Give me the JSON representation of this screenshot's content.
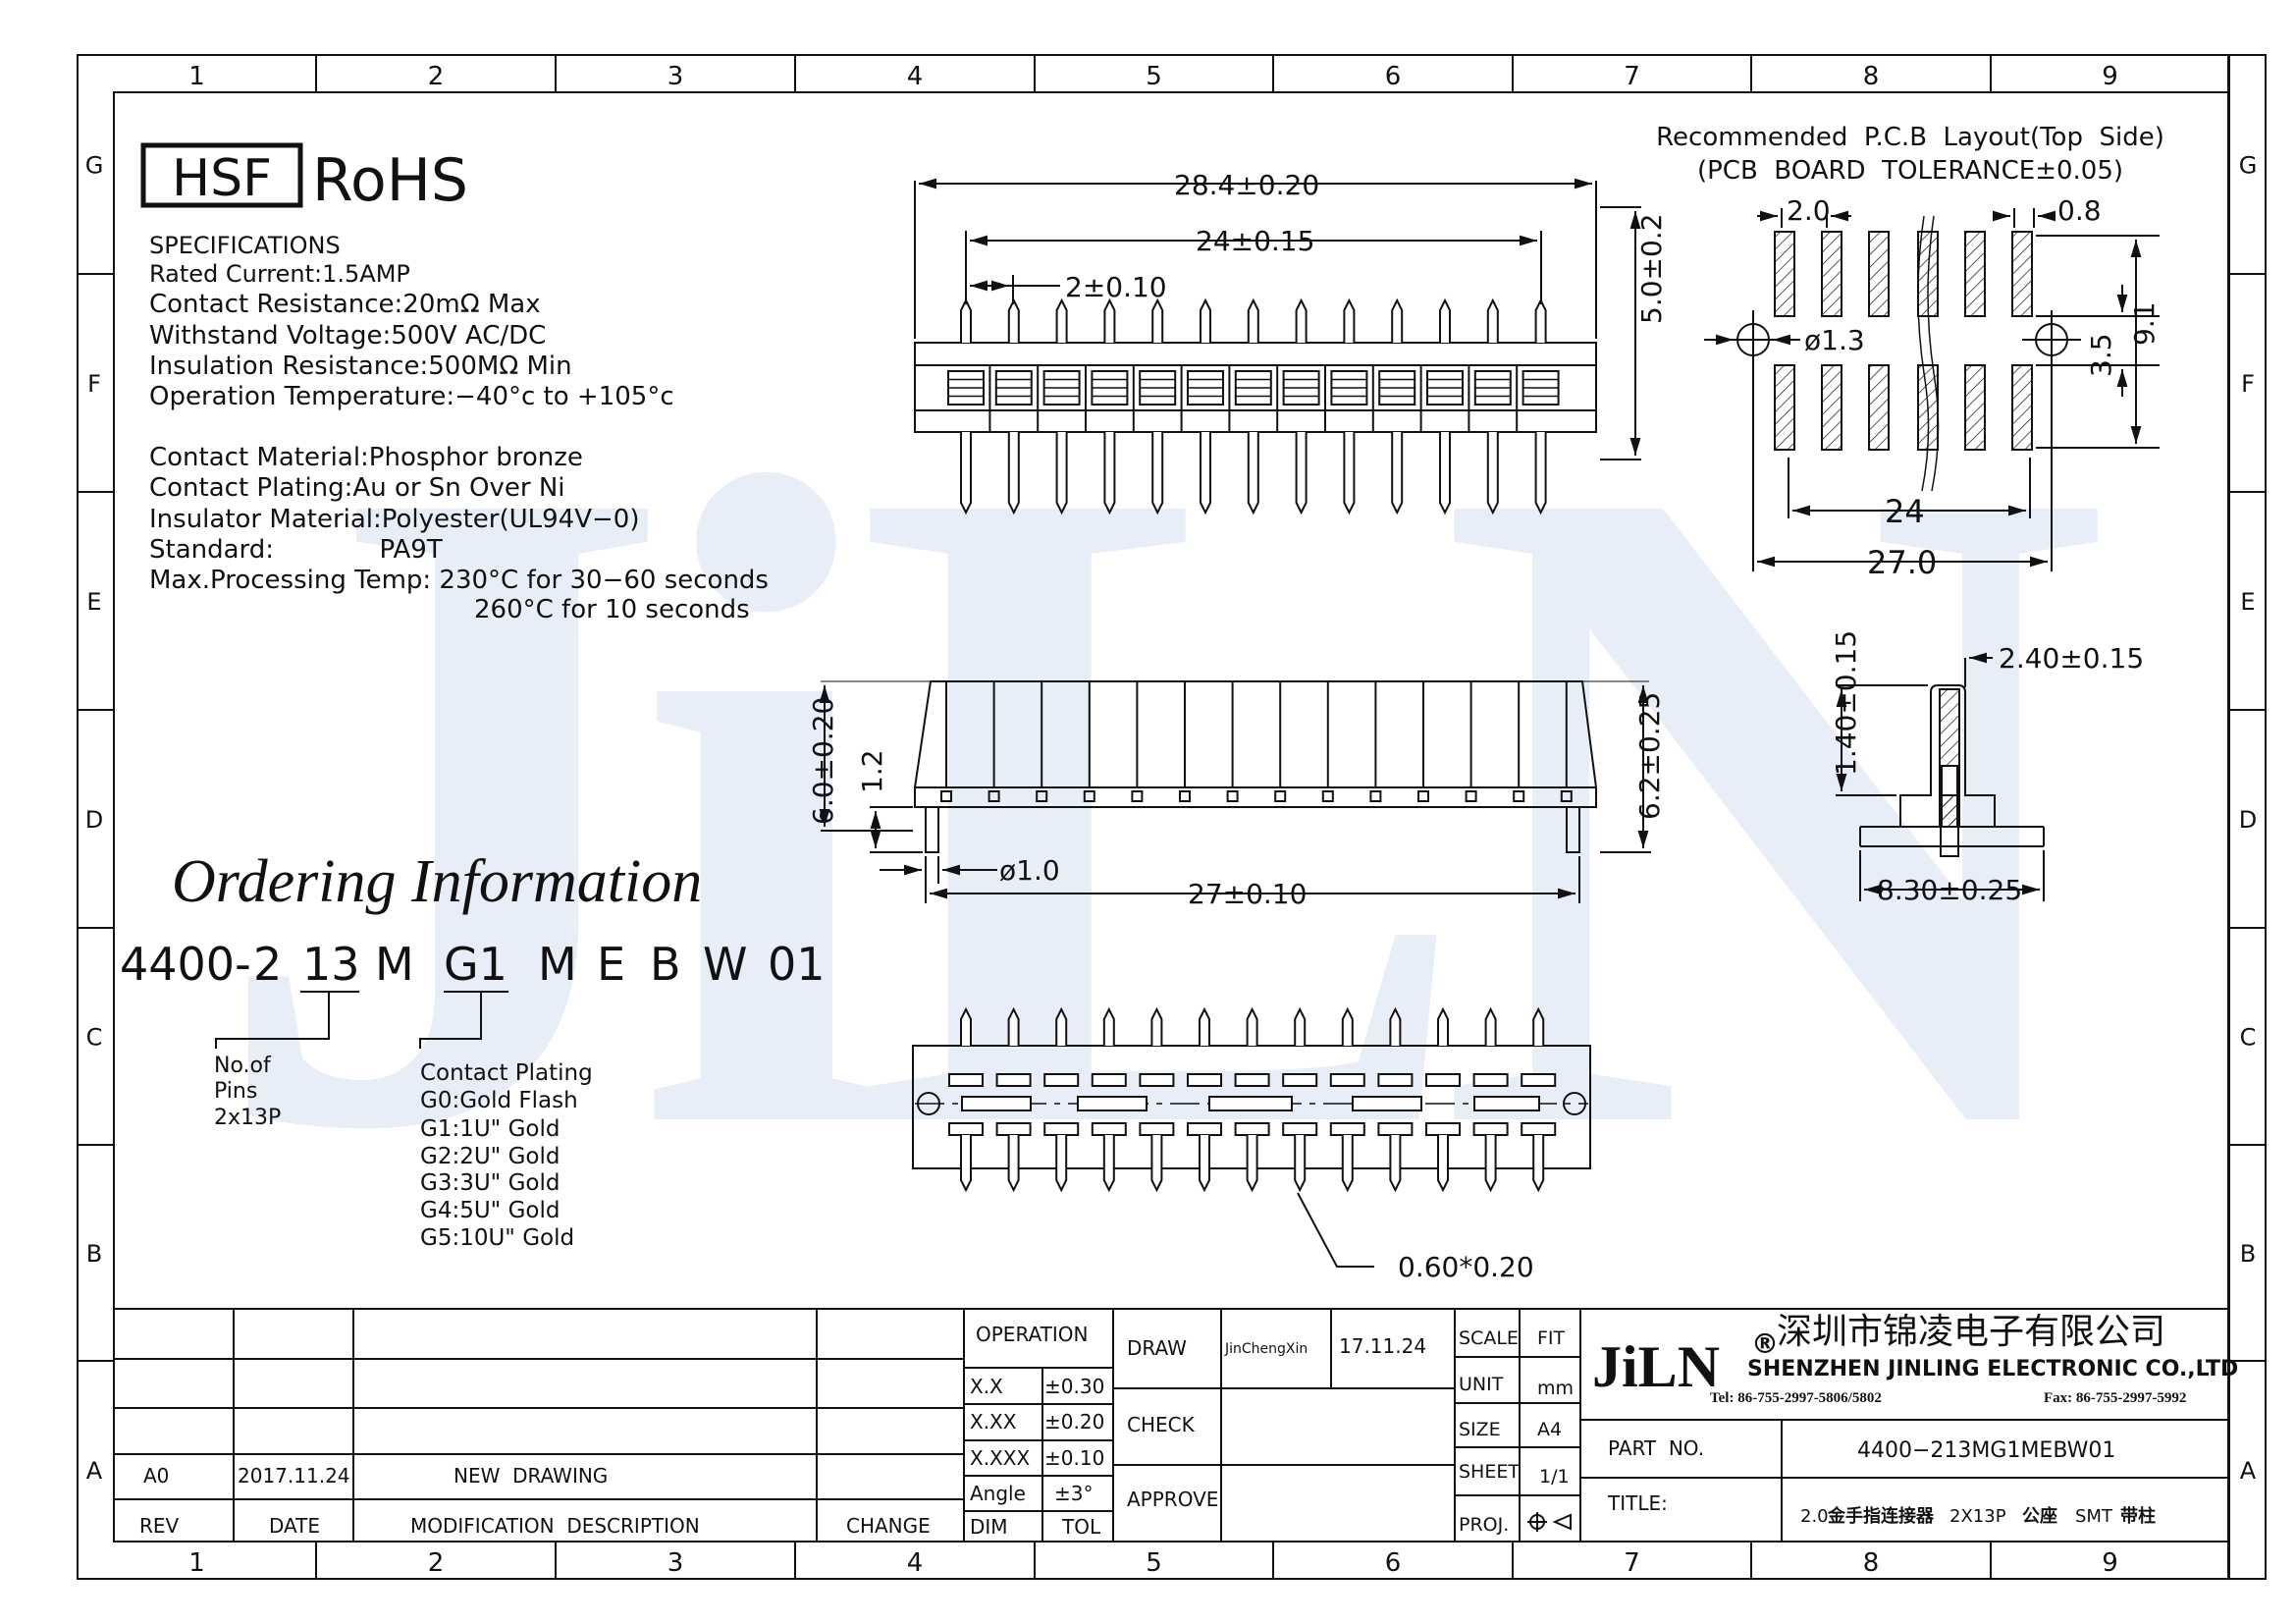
{
  "frame": {
    "cols": [
      "1",
      "2",
      "3",
      "4",
      "5",
      "6",
      "7",
      "8",
      "9"
    ],
    "rows": [
      "G",
      "F",
      "E",
      "D",
      "C",
      "B",
      "A"
    ]
  },
  "logos": {
    "hsf": "HSF",
    "rohs": "RoHS",
    "watermark": "JiLN"
  },
  "specs": {
    "heading": "SPECIFICATIONS",
    "lines": [
      "Rated  Current:1.5AMP",
      "Contact  Resistance:20mΩ  Max",
      "Withstand  Voltage:500V  AC/DC",
      "Insulation  Resistance:500MΩ  Min",
      "Operation  Temperature:−40°c  to  +105°c",
      "Contact  Material:Phosphor  bronze",
      "Contact  Plating:Au  or  Sn  Over  Ni",
      "Insulator  Material:Polyester(UL94V−0)",
      "Standard:             PA9T",
      "Max.Processing  Temp:  230°C  for  30−60  seconds",
      "260°C  for  10  seconds"
    ]
  },
  "ordering": {
    "title": "Ordering Information",
    "code": [
      "4400-",
      "2",
      "13",
      "M",
      "G1",
      "M",
      "E",
      "B",
      "W",
      "01"
    ],
    "pins_label": [
      "No.of",
      "Pins",
      "2x13P"
    ],
    "plating_label": [
      "Contact  Plating",
      "G0:Gold  Flash",
      "G1:1U\"  Gold",
      "G2:2U\"  Gold",
      "G3:3U\"  Gold",
      "G4:5U\"  Gold",
      "G5:10U\"  Gold"
    ]
  },
  "dims": {
    "top_overall": "28.4±0.20",
    "top_span": "24±0.15",
    "top_pitch": "2±0.10",
    "top_height": "5.0±0.2",
    "side_left": "6.0±0.20",
    "side_step": "1.2",
    "side_right": "6.2±0.25",
    "post_dia": "ø1.0",
    "post_span": "27±0.10",
    "pin_size": "0.60*0.20",
    "end_height": "1.40±0.15",
    "end_width": "2.40±0.15",
    "end_base": "8.30±0.25"
  },
  "pcb": {
    "title": "Recommended  P.C.B  Layout(Top  Side)",
    "tolerance": "(PCB  BOARD  TOLERANCE±0.05)",
    "pitch": "2.0",
    "pad_width": "0.8",
    "hole": "ø1.3",
    "row_gap": "3.5",
    "total_h": "9.1",
    "span": "24",
    "overall": "27.0"
  },
  "titleblock": {
    "rev_header": "REV",
    "date_header": "DATE",
    "mod_header": "MODIFICATION  DESCRIPTION",
    "change_header": "CHANGE",
    "rev": "A0",
    "date": "2017.11.24",
    "desc": "NEW  DRAWING",
    "operation": "OPERATION",
    "tol": [
      [
        "X.X",
        "±0.30"
      ],
      [
        "X.XX",
        "±0.20"
      ],
      [
        "X.XXX",
        "±0.10"
      ],
      [
        "Angle",
        "±3°"
      ]
    ],
    "dim": "DIM",
    "tolh": "TOL",
    "draw": "DRAW",
    "drawer": "JinChengXin",
    "draw_date": "17.11.24",
    "check": "CHECK",
    "approve": "APPROVE",
    "scale": "SCALE",
    "scale_v": "FIT",
    "unit": "UNIT",
    "unit_v": "mm",
    "size": "SIZE",
    "size_v": "A4",
    "sheet": "SHEET",
    "sheet_v": "1/1",
    "proj": "PROJ.",
    "company_logo": "JiLN",
    "reg": "®",
    "company_cn": "深圳市锦凌电子有限公司",
    "company_en": "SHENZHEN JINLING ELECTRONIC CO.,LTD",
    "tel": "Tel: 86-755-2997-5806/5802",
    "fax": "Fax: 86-755-2997-5992",
    "part_no_label": "PART  NO.",
    "part_no": "4400−213MG1MEBW01",
    "title_label": "TITLE:",
    "title_prefix": "2.0",
    "title_cn1": "金手指连接器",
    "title_mid": "2X13P",
    "title_cn2": "公座",
    "title_smt": "SMT",
    "title_cn3": "带柱"
  }
}
